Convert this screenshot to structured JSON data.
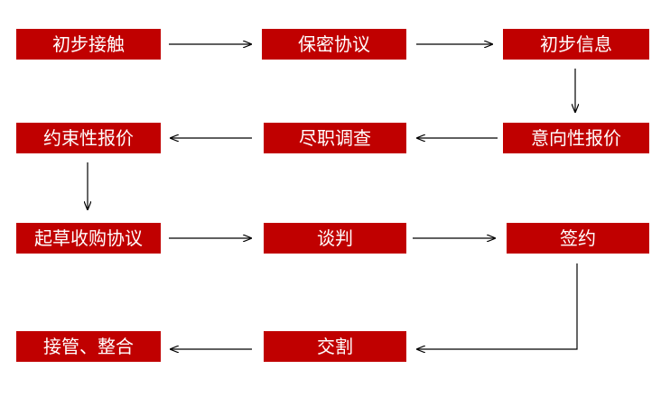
{
  "flow": {
    "steps": [
      "初步接触",
      "保密协议",
      "初步信息",
      "意向性报价",
      "尽职调查",
      "约束性报价",
      "起草收购协议",
      "谈判",
      "签约",
      "交割",
      "接管、整合"
    ]
  },
  "colors": {
    "box_fill": "#c00000",
    "box_text": "#ffffff",
    "arrow": "#000000"
  }
}
